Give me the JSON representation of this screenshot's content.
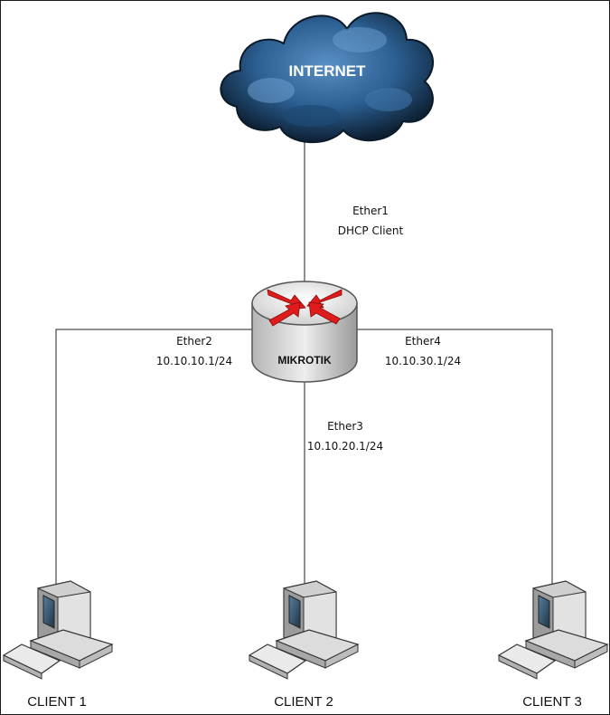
{
  "internet": {
    "label": "INTERNET"
  },
  "router": {
    "label": "MIKROTIK"
  },
  "links": {
    "ether1": {
      "name": "Ether1",
      "info": "DHCP Client"
    },
    "ether2": {
      "name": "Ether2",
      "info": "10.10.10.1/24"
    },
    "ether3": {
      "name": "Ether3",
      "info": "10.10.20.1/24"
    },
    "ether4": {
      "name": "Ether4",
      "info": "10.10.30.1/24"
    }
  },
  "clients": [
    {
      "label": "CLIENT 1"
    },
    {
      "label": "CLIENT 2"
    },
    {
      "label": "CLIENT 3"
    }
  ],
  "colors": {
    "cloud_dark": "#0d2033",
    "cloud_light": "#4f86bd",
    "router_body": "#d9d9d9",
    "router_arrows": "#e01b1b",
    "pc_body": "#d0d0d0"
  }
}
